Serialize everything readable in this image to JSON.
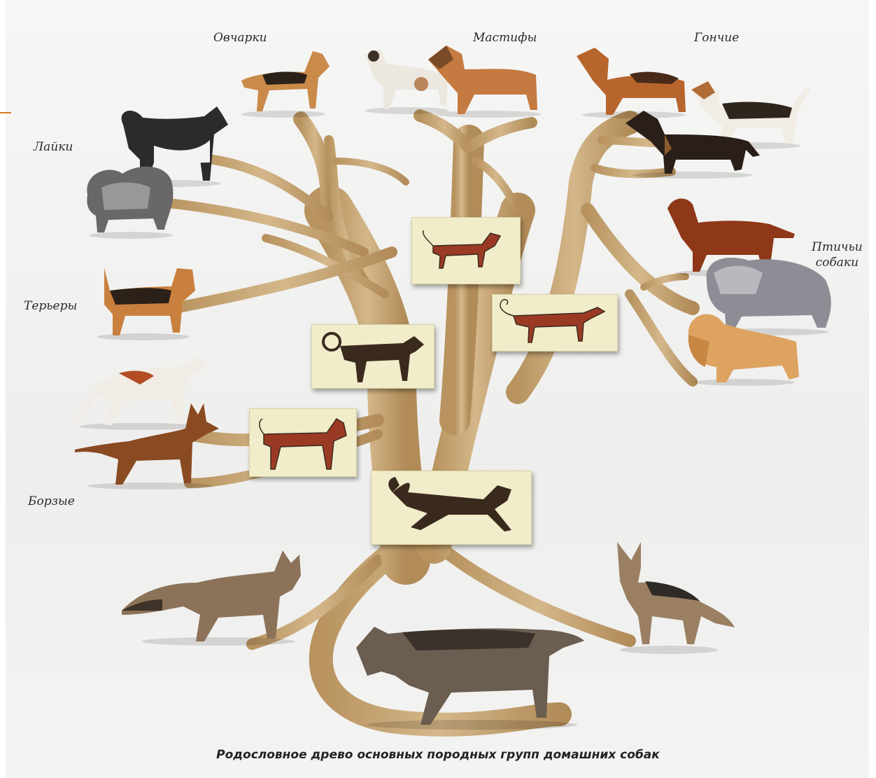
{
  "labels": {
    "shepherds": "Овчарки",
    "mastiffs": "Мастифы",
    "hounds": "Гончие",
    "laikas": "Лайки",
    "terriers": "Терьеры",
    "bird_dogs_line1": "Птичьи",
    "bird_dogs_line2": "собаки",
    "sighthounds": "Борзые"
  },
  "caption": "Родословное древо основных породных групп домашних собак",
  "colors": {
    "trunk": "#c9a97a",
    "trunk_dark": "#a98456",
    "plate_bg": "#f1ecc9",
    "rock_art_red": "#9b3a24",
    "rock_art_dark": "#3a2a1e"
  },
  "icons": {
    "shepherd_1": "german-shepherd-icon",
    "mastiff_1": "central-asian-shepherd-icon",
    "mastiff_2": "mastiff-icon",
    "hound_1": "bloodhound-icon",
    "hound_2": "beagle-icon",
    "hound_3": "dachshund-icon",
    "laika_1": "husky-icon",
    "laika_2": "keeshond-icon",
    "terrier_1": "airedale-terrier-icon",
    "bird_1": "irish-setter-icon",
    "bird_2": "bobtail-icon",
    "bird_3": "cocker-spaniel-icon",
    "sighthound_1": "borzoi-icon",
    "sighthound_2": "pharaoh-hound-icon",
    "ancestor_1": "coyote-icon",
    "ancestor_2": "wolf-icon",
    "ancestor_3": "jackal-icon",
    "rock_art_1": "rock-art-dog-icon",
    "rock_art_2": "rock-art-hound-icon",
    "rock_art_3": "rock-art-curly-tail-dog-icon",
    "rock_art_4": "rock-art-red-dog-icon",
    "rock_art_5": "rock-art-running-dog-icon"
  }
}
